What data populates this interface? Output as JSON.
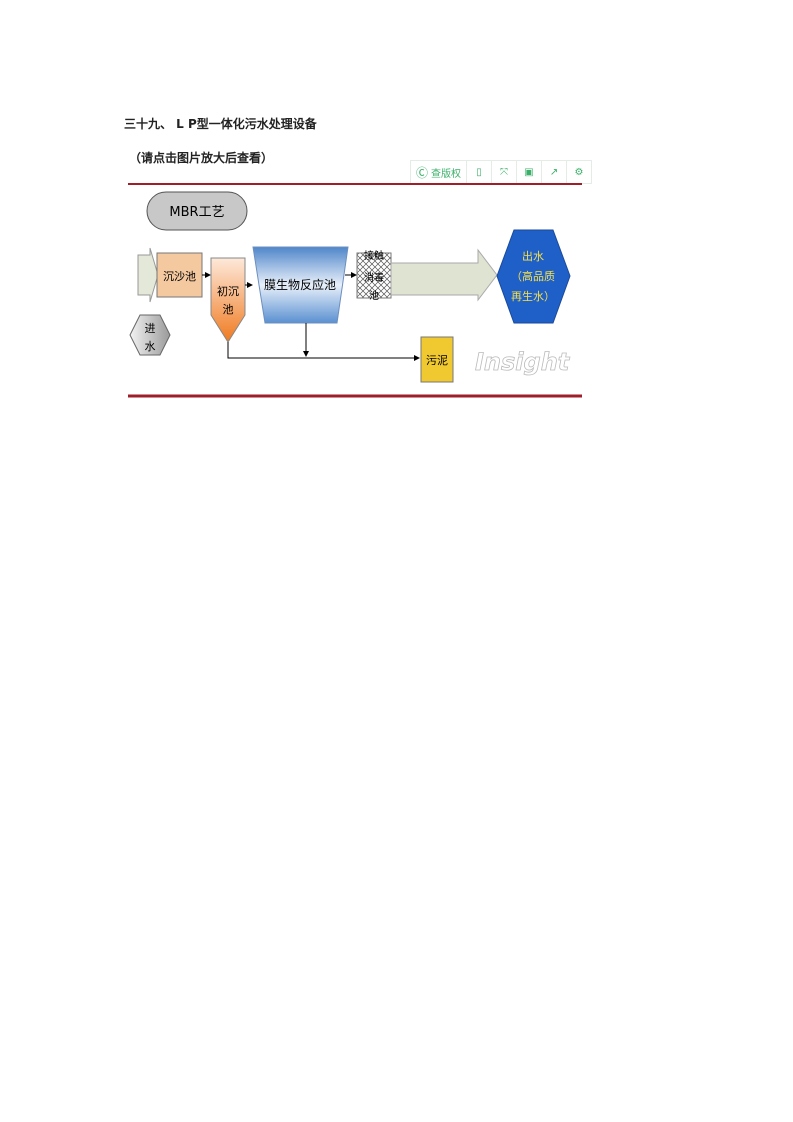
{
  "heading": "三十九、 L P型一体化污水处理设备",
  "note": "（请点击图片放大后查看）",
  "toolbar": {
    "copyright_label": "查版权",
    "icons": [
      "copyright-search-icon",
      "book-icon",
      "fullscreen-icon",
      "save-icon",
      "share-icon",
      "settings-icon"
    ]
  },
  "diagram": {
    "title": "MBR工艺",
    "inlet": [
      "进",
      "水"
    ],
    "grit": "沉沙池",
    "primary": [
      "初沉",
      "池"
    ],
    "membrane": "膜生物反应池",
    "disinfect": [
      "接触",
      "消毒",
      "池"
    ],
    "outlet": [
      "出水",
      "（高品质",
      "再生水）"
    ],
    "sludge": "污泥",
    "watermark": "Insight"
  },
  "colors": {
    "rule": "#a01e2a",
    "accent": "#3cb06a",
    "outlet": "#1f5fc8",
    "outlet_text": "#f5e04a",
    "sludge": "#f0c830",
    "grit": "#f4c9a0"
  }
}
